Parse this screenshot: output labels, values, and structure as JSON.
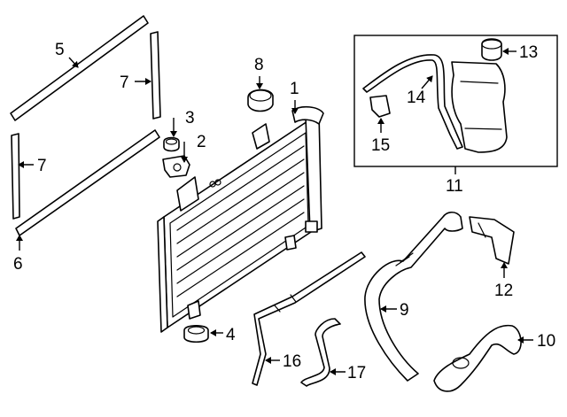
{
  "diagram": {
    "callouts": {
      "c1": "1",
      "c2": "2",
      "c3": "3",
      "c4": "4",
      "c5": "5",
      "c6": "6",
      "c7a": "7",
      "c7b": "7",
      "c8": "8",
      "c9": "9",
      "c10": "10",
      "c11": "11",
      "c12": "12",
      "c13": "13",
      "c14": "14",
      "c15": "15",
      "c16": "16",
      "c17": "17"
    },
    "colors": {
      "line": "#000000",
      "background": "#ffffff"
    }
  }
}
